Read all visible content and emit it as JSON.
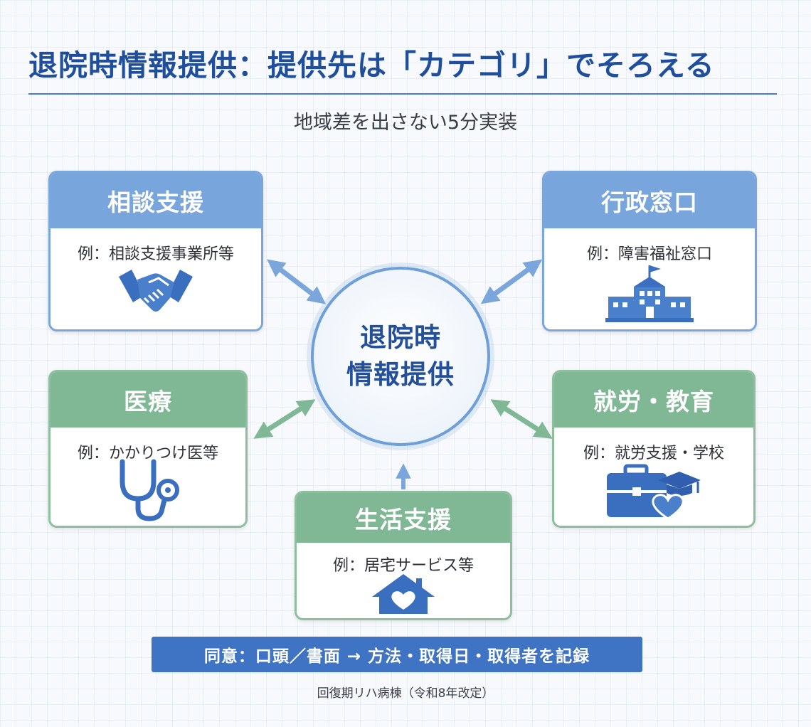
{
  "header": {
    "title": "退院時情報提供：提供先は「カテゴリ」でそろえる",
    "subtitle": "地域差を出さない5分実装"
  },
  "hub": {
    "line1": "退院時",
    "line2": "情報提供"
  },
  "cards": {
    "consultation": {
      "title": "相談支援",
      "example": "例：相談支援事業所等",
      "icon": "handshake-icon",
      "color": "#77a5dc"
    },
    "government": {
      "title": "行政窓口",
      "example": "例：障害福祉窓口",
      "icon": "government-building-icon",
      "color": "#77a5dc"
    },
    "medical": {
      "title": "医療",
      "example": "例：かかりつけ医等",
      "icon": "stethoscope-icon",
      "color": "#80b895"
    },
    "employment": {
      "title": "就労・教育",
      "example": "例：就労支援・学校",
      "icon": "briefcase-graduation-cap-icon",
      "color": "#80b895"
    },
    "living": {
      "title": "生活支援",
      "example": "例：居宅サービス等",
      "icon": "house-heart-icon",
      "color": "#80b895"
    }
  },
  "consent": {
    "text": "同意：口頭／書面 → 方法・取得日・取得者を記録"
  },
  "footnote": {
    "text": "回復期リハ病棟（令和8年改定）"
  },
  "colors": {
    "title": "#1f4f9c",
    "blue_accent": "#77a5dc",
    "green_accent": "#80b895",
    "consent_bar": "#3f73c4"
  }
}
